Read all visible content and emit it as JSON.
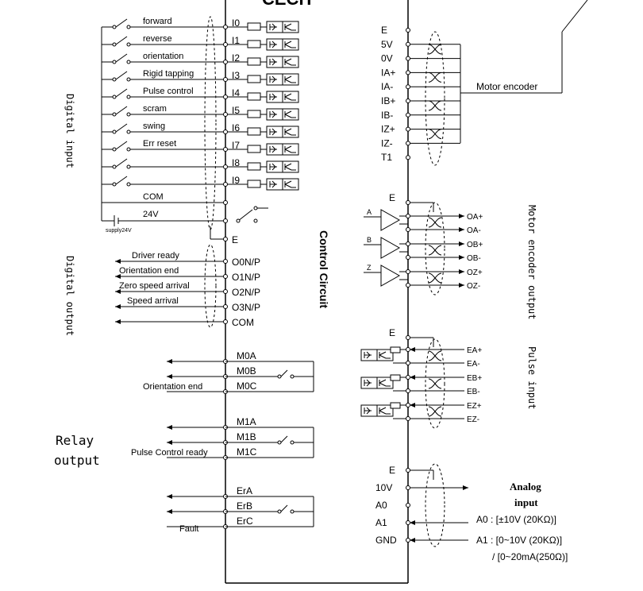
{
  "header_partial": "CECH",
  "digital_input": {
    "title": "Digital input",
    "rows": [
      {
        "label": "forward",
        "pin": "I0"
      },
      {
        "label": "reverse",
        "pin": "I1"
      },
      {
        "label": "orientation",
        "pin": "I2"
      },
      {
        "label": "Rigid tapping",
        "pin": "I3"
      },
      {
        "label": "Pulse control",
        "pin": "I4"
      },
      {
        "label": "scram",
        "pin": "I5"
      },
      {
        "label": "swing",
        "pin": "I6"
      },
      {
        "label": "Err reset",
        "pin": "I7"
      },
      {
        "label": "",
        "pin": "I8"
      },
      {
        "label": "",
        "pin": "I9"
      }
    ],
    "com_label": "COM",
    "v24_label": "24V",
    "supply_label": "supply24V"
  },
  "digital_output": {
    "title": "Digital output",
    "e_label": "E",
    "rows": [
      {
        "label": "Driver ready",
        "pin": "O0N/P"
      },
      {
        "label": "Orientation end",
        "pin": "O1N/P"
      },
      {
        "label": "Zero speed arrival",
        "pin": "O2N/P"
      },
      {
        "label": "Speed arrival",
        "pin": "O3N/P"
      },
      {
        "label": "",
        "pin": "COM"
      }
    ]
  },
  "relay_output": {
    "title_line1": "Relay",
    "title_line2": "output",
    "groups": [
      {
        "pins": [
          "M0A",
          "M0B",
          "M0C"
        ],
        "label": "Orientation end"
      },
      {
        "pins": [
          "M1A",
          "M1B",
          "M1C"
        ],
        "label": "Pulse Control ready"
      },
      {
        "pins": [
          "ErA",
          "ErB",
          "ErC"
        ],
        "label": "Fault"
      }
    ]
  },
  "control_circuit": "Control Circuit",
  "motor_encoder": {
    "pins": [
      "E",
      "5V",
      "0V",
      "IA+",
      "IA-",
      "IB+",
      "IB-",
      "IZ+",
      "IZ-",
      "T1"
    ],
    "label": "Motor encoder"
  },
  "encoder_output": {
    "title": "Motor encoder output",
    "e_label": "E",
    "channels": [
      {
        "input": "A",
        "pos": "OA+",
        "neg": "OA-"
      },
      {
        "input": "B",
        "pos": "OB+",
        "neg": "OB-"
      },
      {
        "input": "Z",
        "pos": "OZ+",
        "neg": "OZ-"
      }
    ]
  },
  "pulse_input": {
    "title": "Pulse input",
    "e_label": "E",
    "channels": [
      {
        "pos": "EA+",
        "neg": "EA-"
      },
      {
        "pos": "EB+",
        "neg": "EB-"
      },
      {
        "pos": "EZ+",
        "neg": "EZ-"
      }
    ]
  },
  "analog_input": {
    "title_line1": "Analog",
    "title_line2": "input",
    "pins": [
      "E",
      "10V",
      "A0",
      "A1",
      "GND"
    ],
    "spec_a0": "A0 : [±10V     (20KΩ)]",
    "spec_a1": "A1 : [0~10V     (20KΩ)]",
    "spec_a1b": "/  [0~20mA(250Ω)]"
  }
}
